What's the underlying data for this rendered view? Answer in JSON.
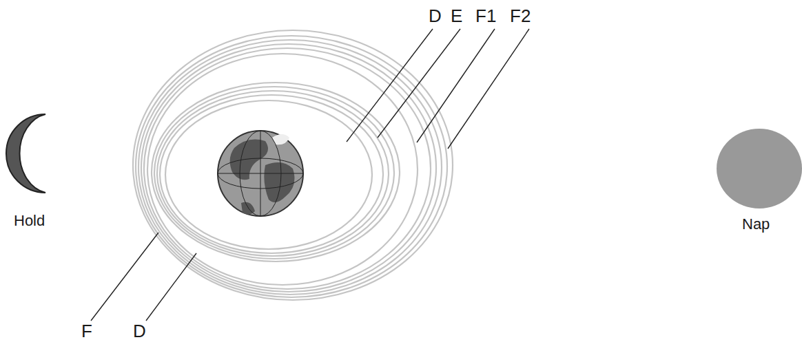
{
  "diagram": {
    "labels": [
      "D",
      "E",
      "F1",
      "F2",
      "F",
      "D",
      "Hold",
      "Nap"
    ]
  }
}
